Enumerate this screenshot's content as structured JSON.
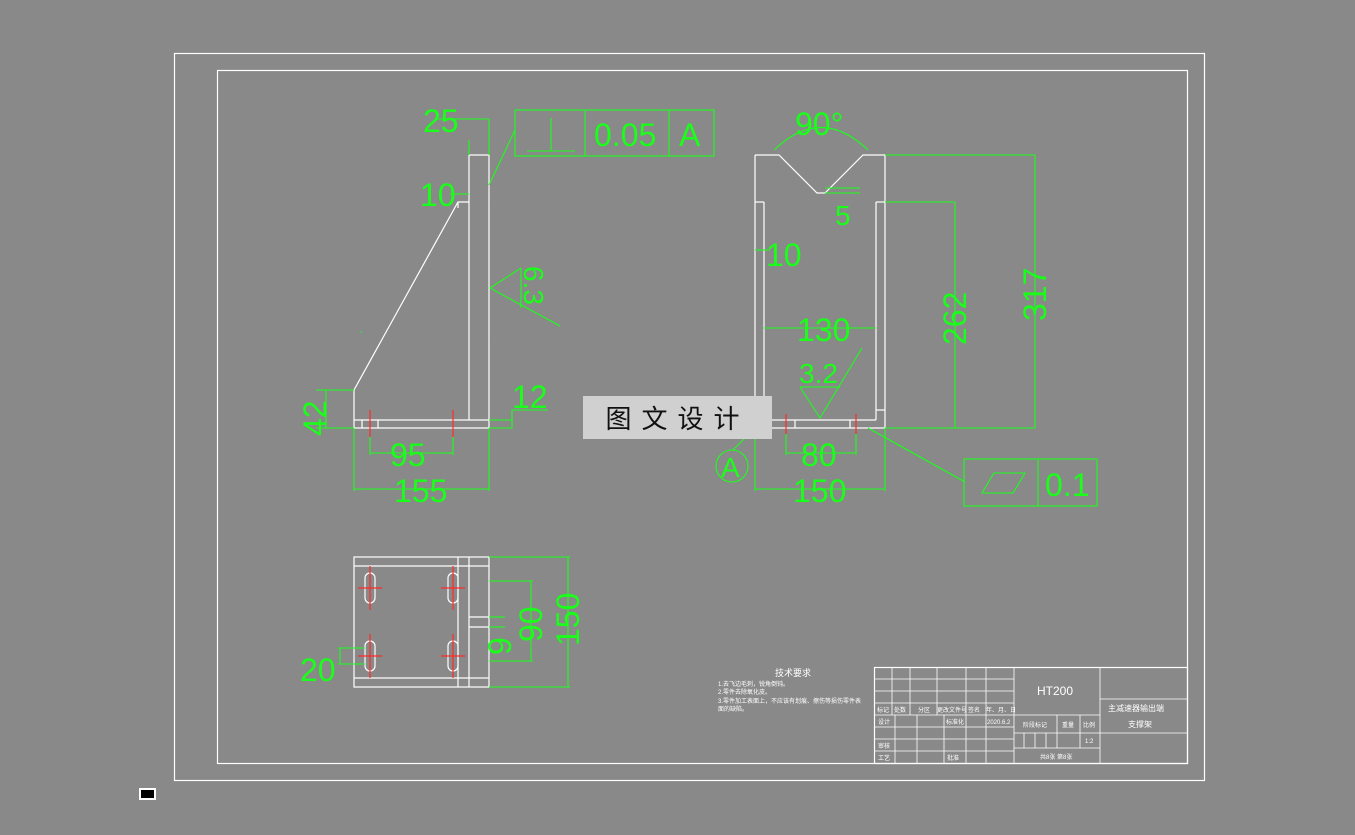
{
  "dimensions": {
    "side_view": {
      "d25": "25",
      "d10": "10",
      "d42": "42",
      "d12": "12",
      "d95": "95",
      "d155": "155",
      "roughness": "6.3"
    },
    "front_view": {
      "angle": "90°",
      "d5": "5",
      "d10": "10",
      "d130": "130",
      "roughness": "3.2",
      "d262": "262",
      "d317": "317",
      "d80": "80",
      "d150": "150",
      "datum": "A"
    },
    "top_view": {
      "d90": "90",
      "d150": "150",
      "d9": "9",
      "d20": "20"
    }
  },
  "tolerances": {
    "perpendicularity": {
      "value": "0.05",
      "datum": "A"
    },
    "flatness": {
      "value": "0.1"
    }
  },
  "technical_requirements": {
    "title": "技术要求",
    "lines": [
      "1.去飞边毛刺，锐角倒钝。",
      "2.零件去除氧化皮。",
      "3.零件加工表面上，不应该有划痕、擦伤等损伤零件表",
      "面的缺陷。"
    ]
  },
  "title_block": {
    "material": "HT200",
    "part_name_line1": "主减速器输出端",
    "part_name_line2": "支撑架",
    "labels": {
      "mark": "标记",
      "count": "处数",
      "zone": "分区",
      "change_doc": "更改文件号",
      "sign": "签名",
      "date": "年、月、日",
      "design": "设计",
      "standardize": "标准化",
      "date_value": "2020.6.2",
      "stage_mark": "阶段标记",
      "weight": "重量",
      "scale": "比例",
      "scale_value": "1:2",
      "review": "审核",
      "process": "工艺",
      "approve": "批准",
      "sheets": "共8张 第8张"
    }
  },
  "watermark": "图文设计"
}
